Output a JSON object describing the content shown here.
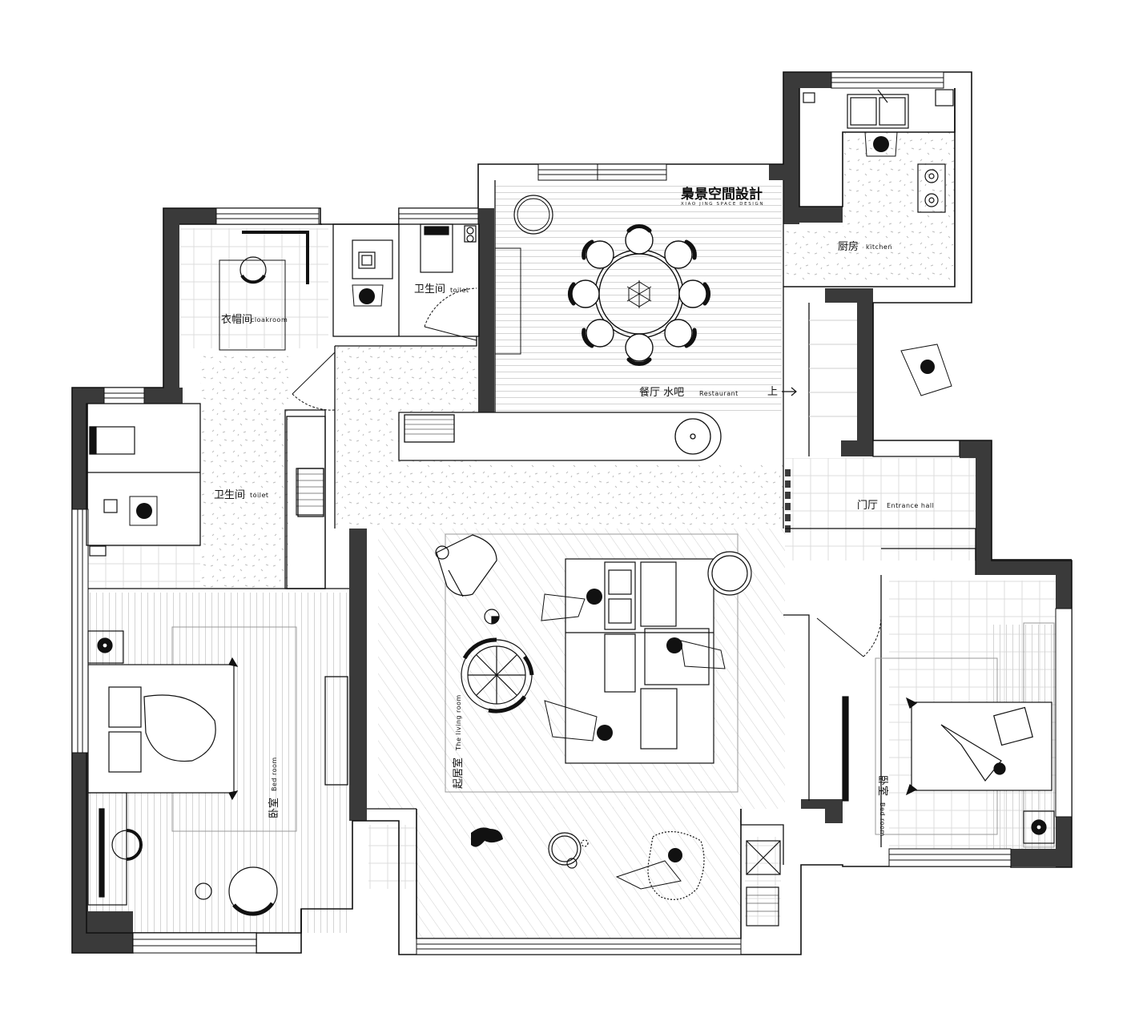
{
  "brand": {
    "name_cn": "梟景空間設計",
    "name_en": "XIAO JING SPACE DESIGN"
  },
  "rooms": {
    "cloakroom": {
      "cn": "衣帽间",
      "en": "cloakroom"
    },
    "toilet_top": {
      "cn": "卫生间",
      "en": "toilet"
    },
    "toilet_left": {
      "cn": "卫生间",
      "en": "toilet"
    },
    "restaurant": {
      "cn": "餐厅 水吧",
      "en": "Restaurant"
    },
    "kitchen": {
      "cn": "厨房",
      "en": "kitchen"
    },
    "entrance": {
      "cn": "门厅",
      "en": "Entrance hall"
    },
    "living": {
      "cn": "起居室",
      "en": "The living room"
    },
    "bedroom_left": {
      "cn": "卧室",
      "en": "Bed room"
    },
    "bedroom_right": {
      "cn": "卧室",
      "en": "Bed room"
    }
  },
  "stairs_label": "上",
  "colors": {
    "wall": "#3a3a3a",
    "line": "#111111",
    "hatch": "#cfcfcf",
    "floor": "#ffffff"
  }
}
